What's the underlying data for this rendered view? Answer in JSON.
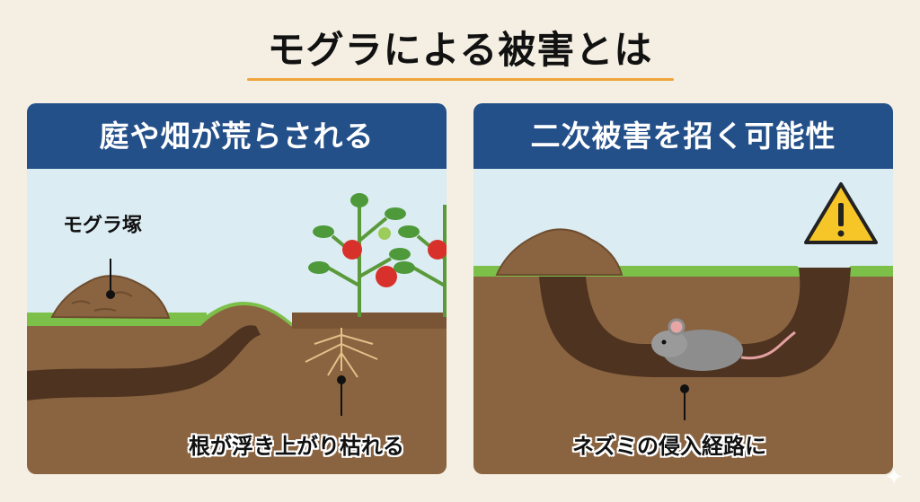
{
  "title": "モグラによる被害とは",
  "panels": [
    {
      "header": "庭や畑が荒らされる",
      "labels": {
        "molehill": "モグラ塚",
        "roots": "根が浮き上がり枯れる"
      }
    },
    {
      "header": "二次被害を招く可能性",
      "labels": {
        "rodent": "ネズミの侵入経路に"
      }
    }
  ],
  "colors": {
    "header": "#24508a",
    "accent": "#eea43a",
    "soil": "#8a6440",
    "tunnel": "#4e3320",
    "sky": "#dcecf3",
    "grass": "#7cc04a"
  }
}
